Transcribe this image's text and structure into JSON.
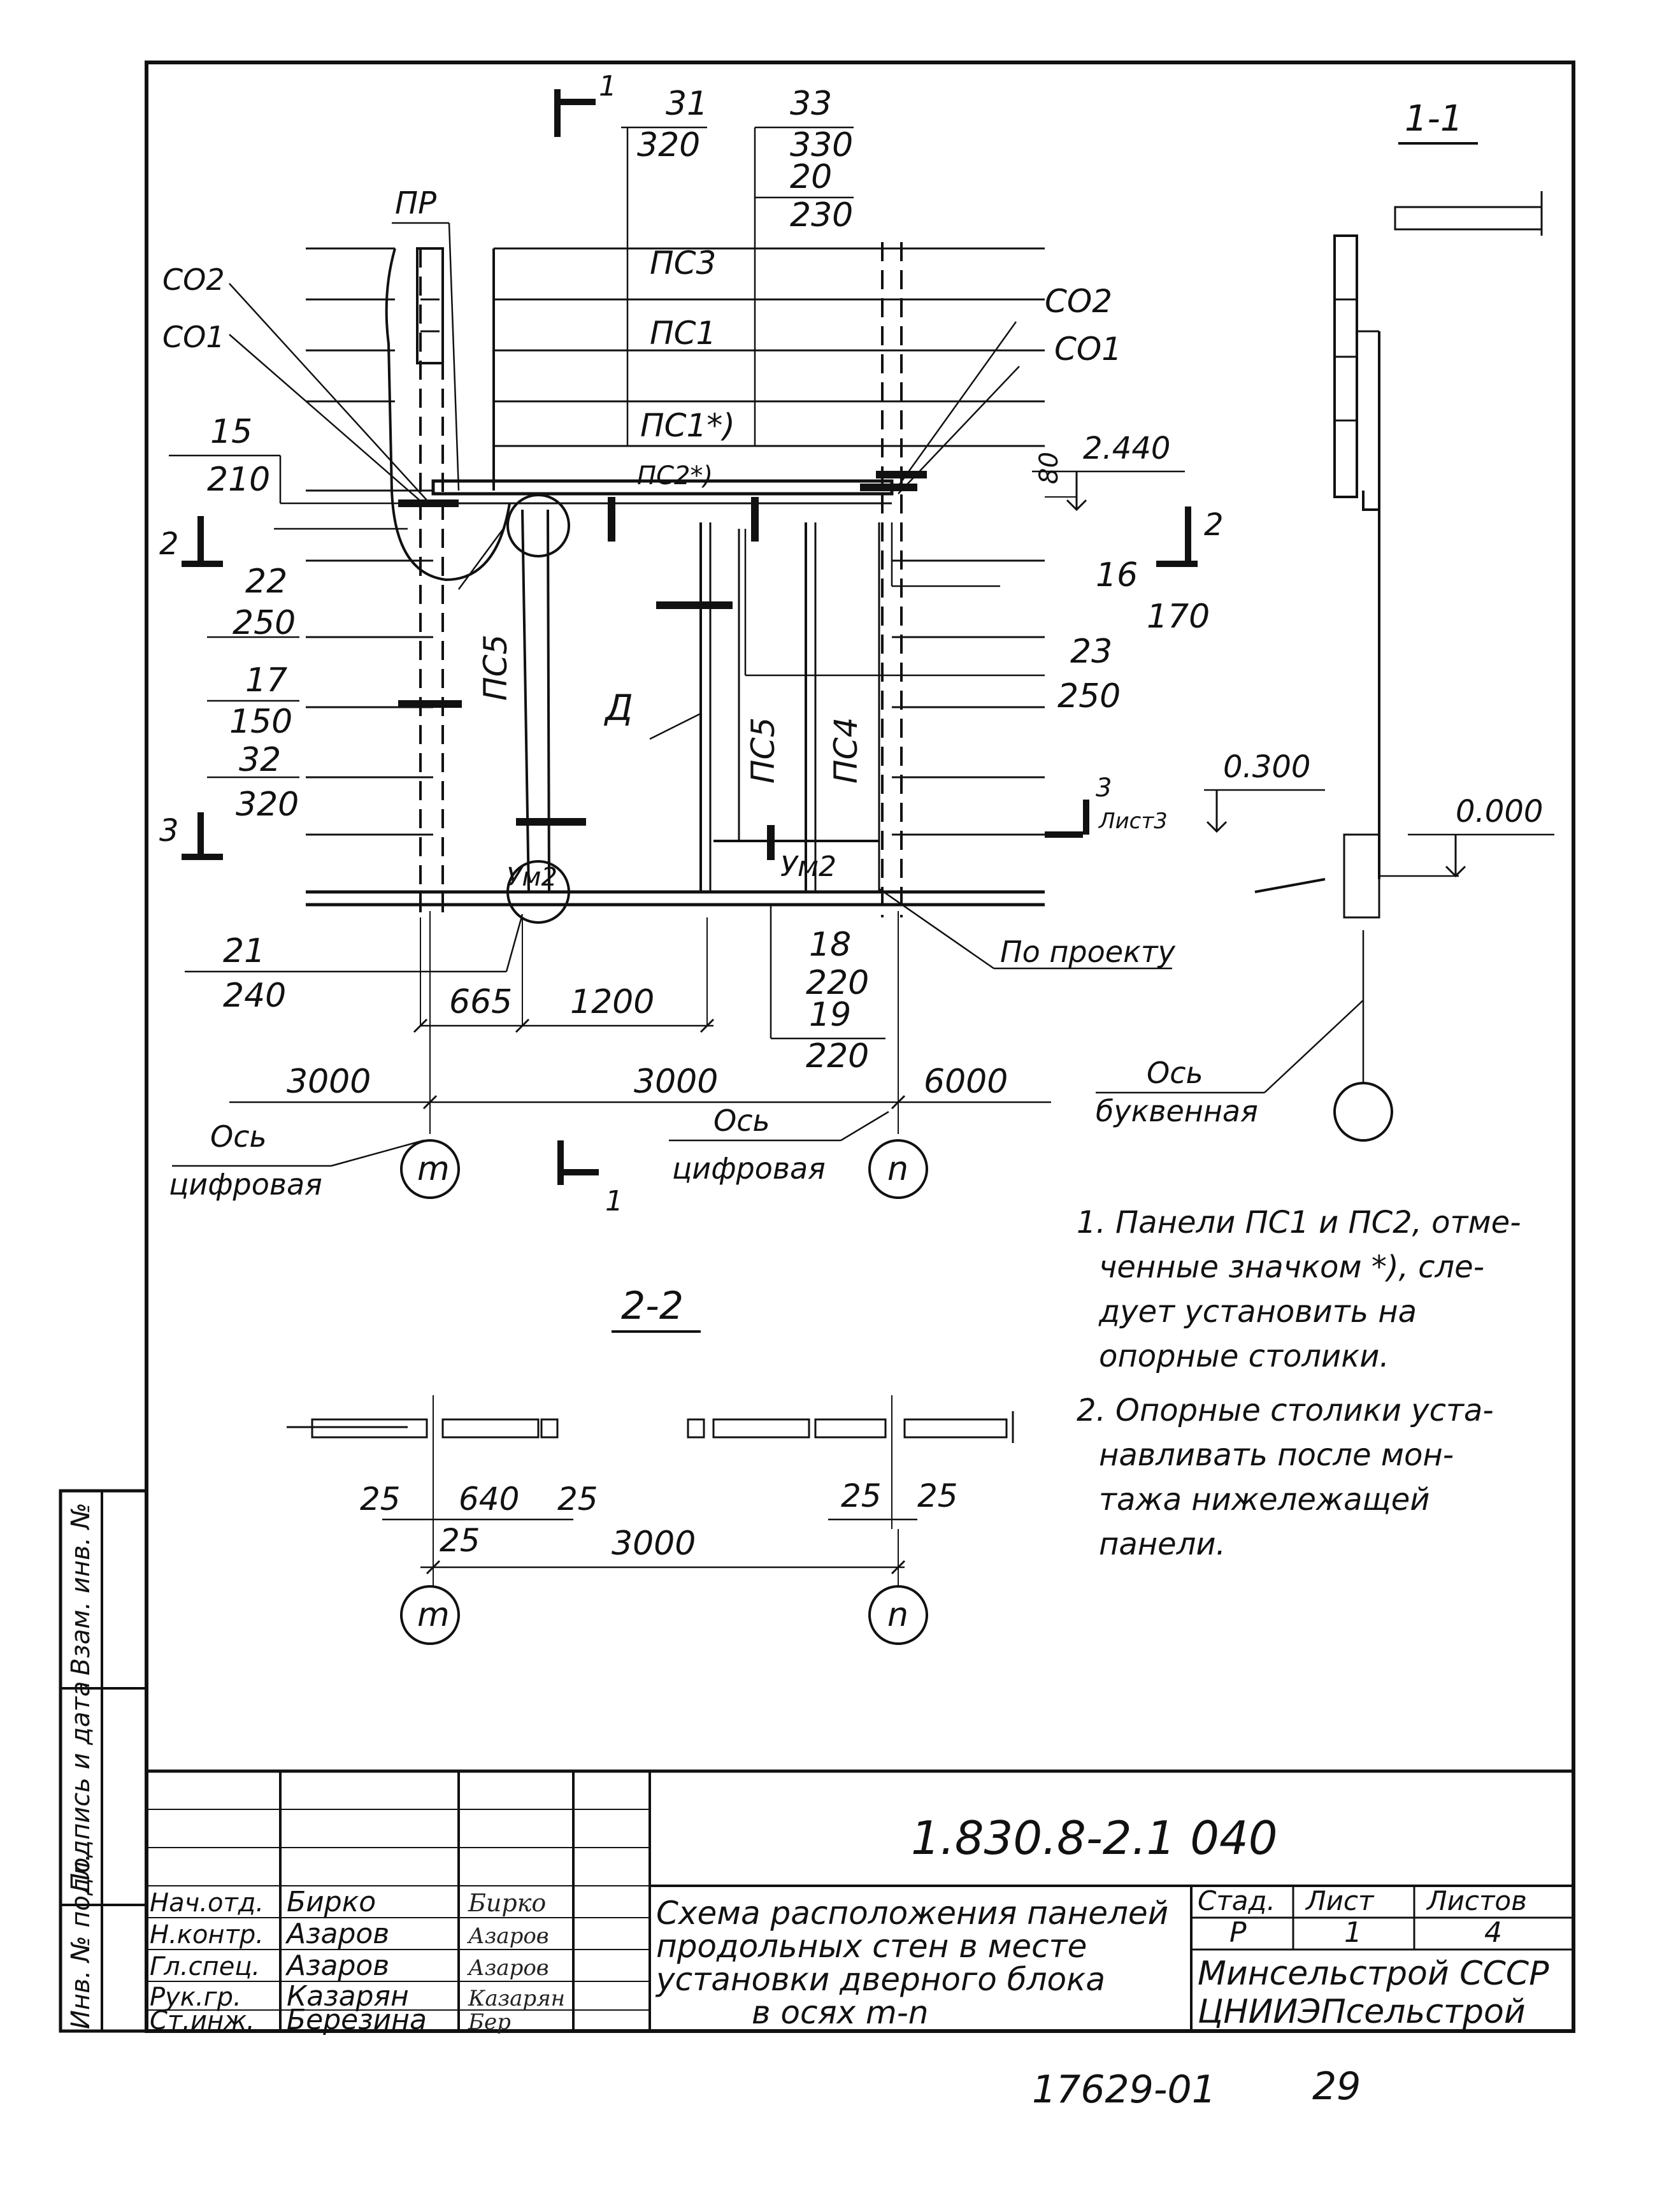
{
  "plan": {
    "top_dims": [
      {
        "num": "31",
        "den": "320"
      },
      {
        "num": "33",
        "den": "330"
      },
      {
        "num": "20",
        "den": "230"
      }
    ],
    "left_dims": [
      {
        "num": "15",
        "den": "210"
      },
      {
        "num": "22",
        "den": "250"
      },
      {
        "num": "17",
        "den": "150"
      },
      {
        "num": "32",
        "den": "320"
      },
      {
        "num": "21",
        "den": "240"
      }
    ],
    "right_dims": [
      {
        "num": "16",
        "den": "170"
      },
      {
        "num": "23",
        "den": "250"
      }
    ],
    "bottom_dims": [
      {
        "num": "18",
        "den": "220"
      },
      {
        "num": "19",
        "den": "220"
      }
    ],
    "panels": {
      "ps3": "ПС3",
      "ps1": "ПС1",
      "ps1_star": "ПС1*)",
      "ps2_star": "ПС2*)",
      "ps5_left": "ПС5",
      "ps5_right": "ПС5",
      "ps4": "ПС4",
      "door": "Д"
    },
    "labels": {
      "pr": "ПР",
      "so2_left": "СО2",
      "so1_left": "СО1",
      "so2_right": "СО2",
      "so1_right": "СО1",
      "um2_left": "Ум2",
      "um2_right": "Ум2",
      "po_proektu": "По проекту"
    },
    "levels": {
      "l2440": "2.440",
      "d80": "80"
    },
    "dims": {
      "d665": "665",
      "d1200": "1200",
      "d3000a": "3000",
      "d3000b": "3000",
      "d6000": "6000"
    },
    "axis_word": "Ось",
    "axis_digital": "цифровая",
    "axis_m": "m",
    "axis_n": "n",
    "section_mark_1": "1",
    "section_mark_2": "2",
    "section_mark_3": "3",
    "section_3_sheet": "Лист3"
  },
  "section11": {
    "title": "1-1",
    "level_0300": "0.300",
    "level_0000": "0.000",
    "axis_letter_word": "Ось",
    "axis_letter_type": "буквенная"
  },
  "section22": {
    "title": "2-2",
    "dims": {
      "d25a": "25",
      "d640": "640",
      "d25b": "25",
      "d25c": "25",
      "d3000": "3000",
      "d25d": "25",
      "d25e": "25"
    },
    "axis_m": "m",
    "axis_n": "n"
  },
  "notes": {
    "n1": [
      "1. Панели ПС1 и ПС2, отме-",
      "ченные значком *), сле-",
      "дует установить на",
      "опорные столики."
    ],
    "n2": [
      "2. Опорные столики уста-",
      "навливать после мон-",
      "тажа нижележащей",
      "панели."
    ]
  },
  "side_stamp": {
    "vzam": "Взам. инв. №",
    "podpis": "Подпись и дата",
    "inv": "Инв. № подл."
  },
  "title_block": {
    "code": "1.830.8-2.1 040",
    "roles": [
      "Нач.отд.",
      "Н.контр.",
      "Гл.спец.",
      "Рук.гр.",
      "Ст.инж."
    ],
    "names": [
      "Бирко",
      "Азаров",
      "Азаров",
      "Казарян",
      "Березина"
    ],
    "signatures": [
      "Бирко",
      "Азаров",
      "Азаров",
      "Казарян",
      "Бер"
    ],
    "description": [
      "Схема расположения панелей",
      "продольных стен в месте",
      "установки дверного блока",
      "в осях m-n"
    ],
    "stage_label": "Стад.",
    "sheet_label": "Лист",
    "sheets_label": "Листов",
    "stage": "Р",
    "sheet": "1",
    "sheets": "4",
    "org": [
      "Минсельстрой СССР",
      "ЦНИИЭПсельстрой"
    ]
  },
  "footer": {
    "inventory": "17629-01",
    "page": "29"
  }
}
